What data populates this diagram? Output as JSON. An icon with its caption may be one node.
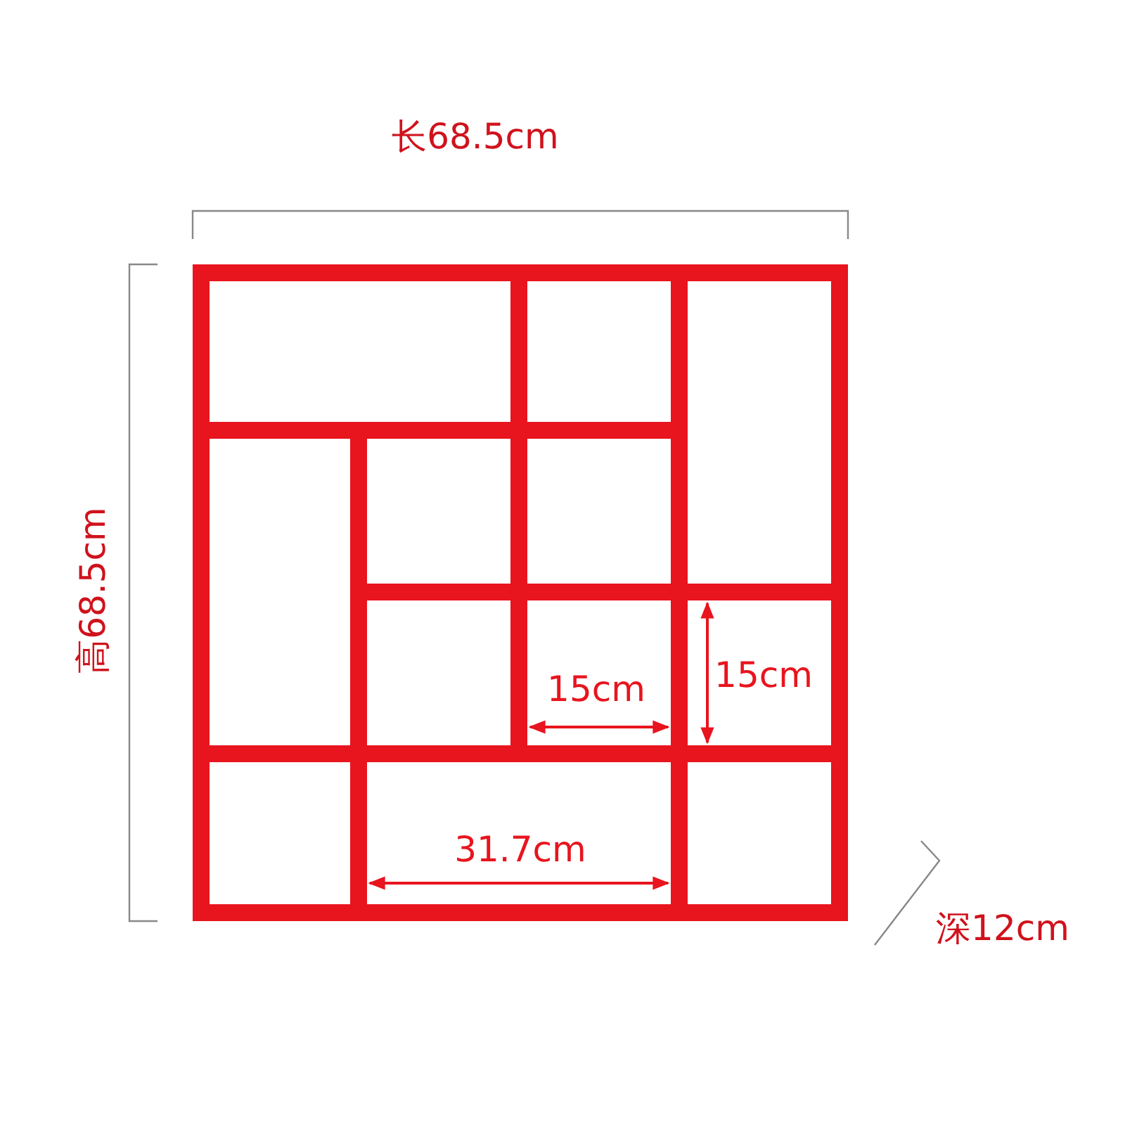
{
  "diagram": {
    "labels": [
      "长68.5cm",
      "高68.5cm",
      "15cm",
      "15cm",
      "31.7cm",
      "深12cm"
    ]
  }
}
